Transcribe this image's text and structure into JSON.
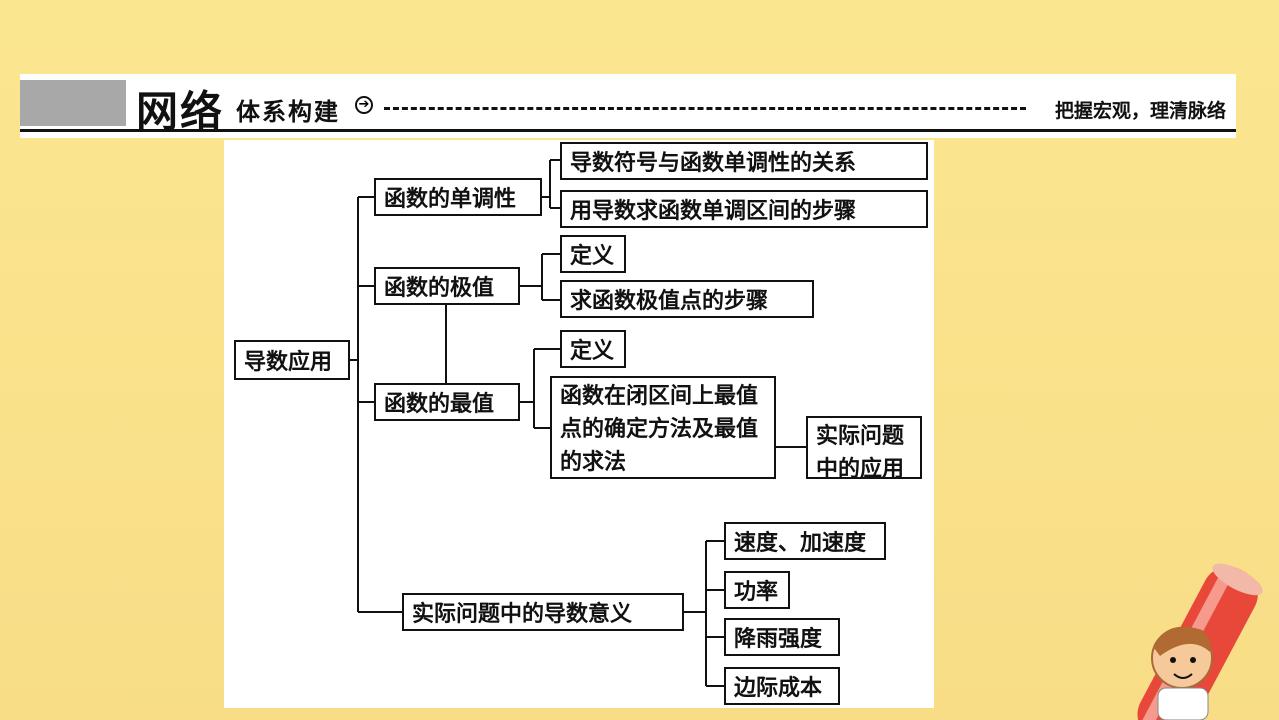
{
  "header": {
    "title_main": "网络",
    "title_sub": "体系构建",
    "arrow_icon": "circled-arrow-right-icon",
    "slogan": "把握宏观，理清脉络"
  },
  "diagram": {
    "root": "导数应用",
    "branches": [
      {
        "label": "函数的单调性",
        "children": [
          "导数符号与函数单调性的关系",
          "用导数求函数单调区间的步骤"
        ]
      },
      {
        "label": "函数的极值",
        "children": [
          "定义",
          "求函数极值点的步骤"
        ]
      },
      {
        "label": "函数的最值",
        "children": [
          "定义",
          "函数在闭区间上最值点的确定方法及最值的求法"
        ],
        "extra": "实际问题中的应用"
      },
      {
        "label": "实际问题中的导数意义",
        "children": [
          "速度、加速度",
          "功率",
          "降雨强度",
          "边际成本"
        ]
      }
    ]
  },
  "colors": {
    "background": "#fbe690",
    "panel": "#ffffff",
    "line": "#111111",
    "accent_gray": "#a8a8a8"
  }
}
